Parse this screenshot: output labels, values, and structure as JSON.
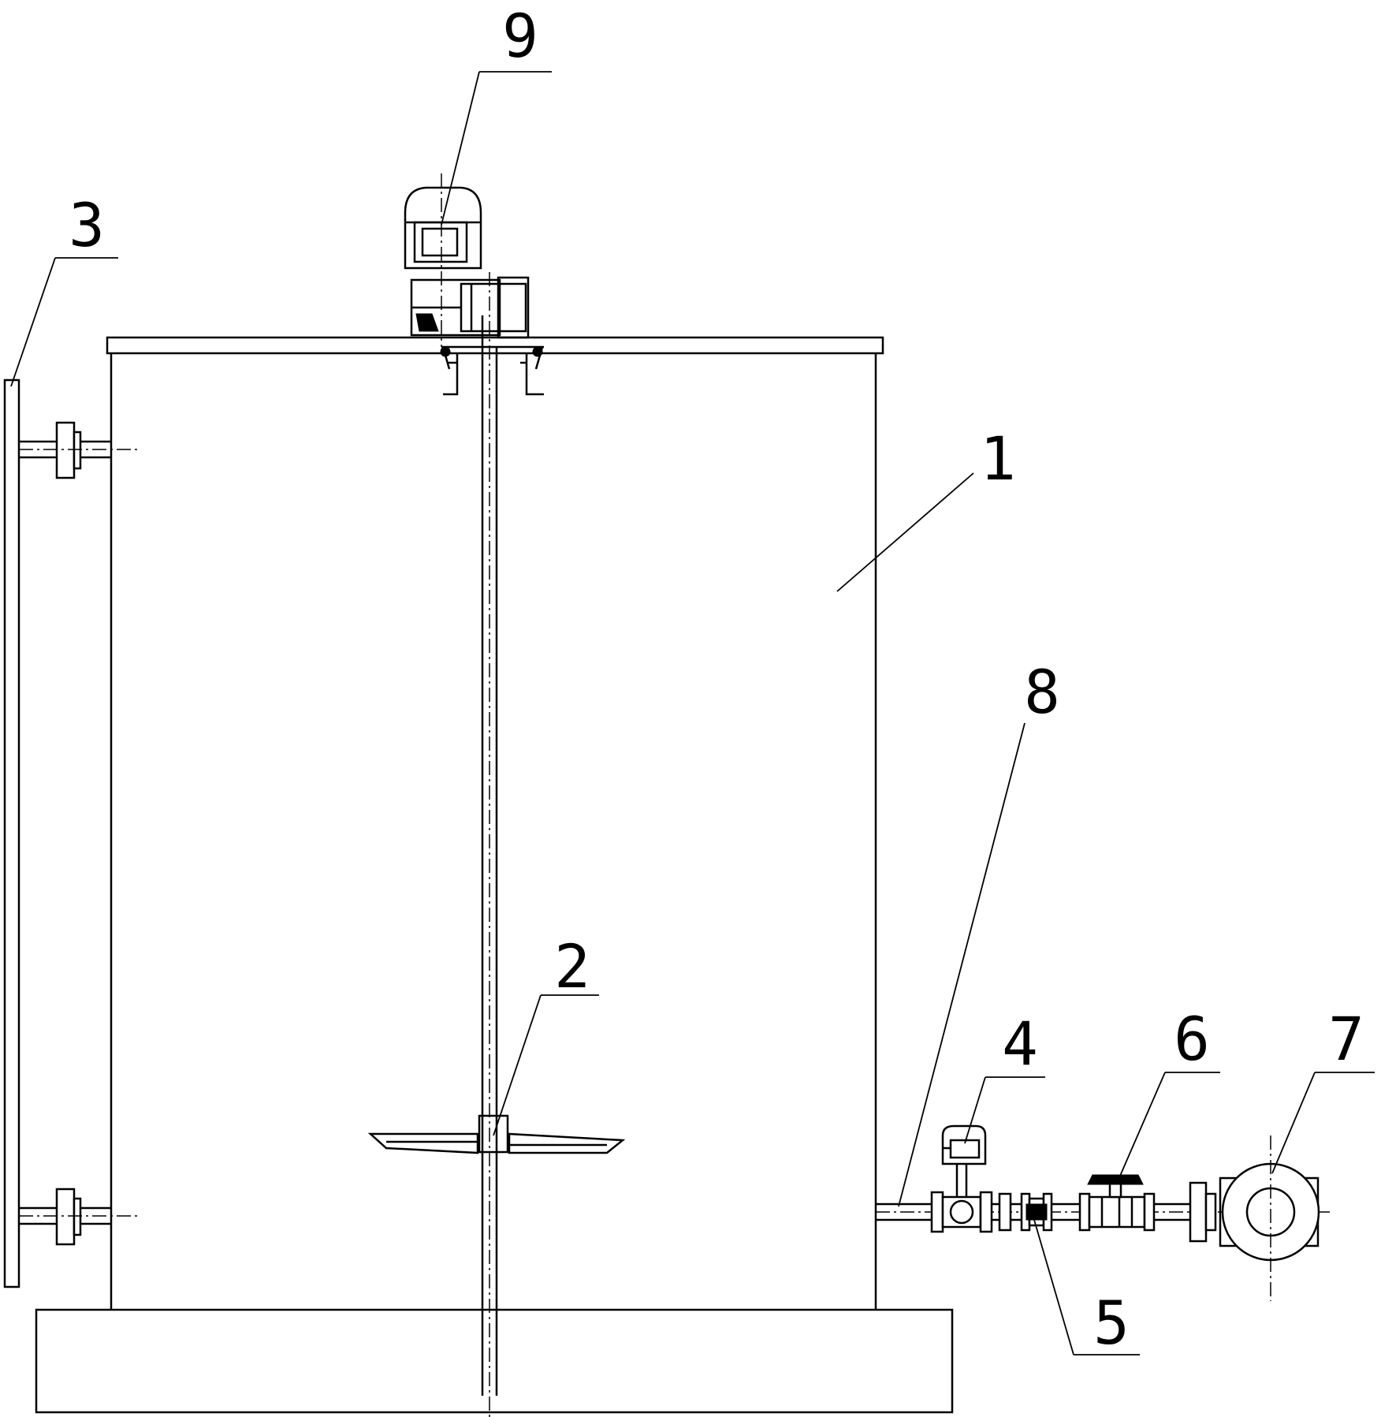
{
  "labels": {
    "tank": "1",
    "impeller": "2",
    "level_gauge": "3",
    "valve_upper": "4",
    "strainer": "5",
    "ball_valve": "6",
    "pump": "7",
    "outlet_pipe": "8",
    "motor": "9"
  }
}
